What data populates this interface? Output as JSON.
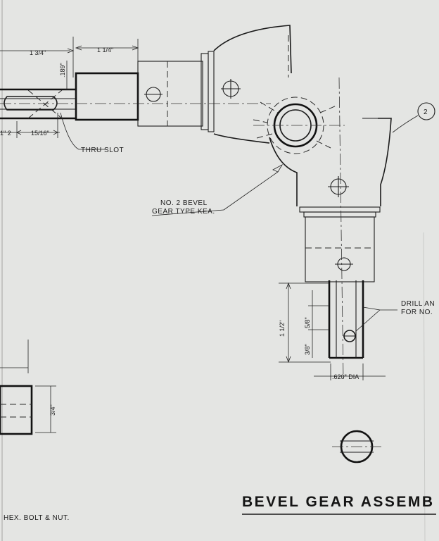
{
  "drawing": {
    "title": "BEVEL GEAR ASSEMB",
    "callouts": {
      "thru_slot": "THRU SLOT",
      "bevel_gear_line1": "NO. 2 BEVEL",
      "bevel_gear_line2": "GEAR TYPE KEA.",
      "drill_line1": "DRILL AN",
      "drill_line2": "FOR NO.",
      "hex_bolt": "HEX. BOLT & NUT.",
      "balloon_number": "2"
    },
    "dimensions": {
      "d_1_3_4": "1 3/4\"",
      "d_1_1_4": "1 1/4\"",
      "d_189": ".189\"",
      "d_15_16": "15/16\"",
      "d_1_2_partial": "1\" 2",
      "d_1_1_2": "1 1/2\"",
      "d_5_8": "5/8\"",
      "d_3_8": "3/8\"",
      "d_620_dia": ".620\" DIA",
      "d_3_4": "3/4\""
    }
  }
}
